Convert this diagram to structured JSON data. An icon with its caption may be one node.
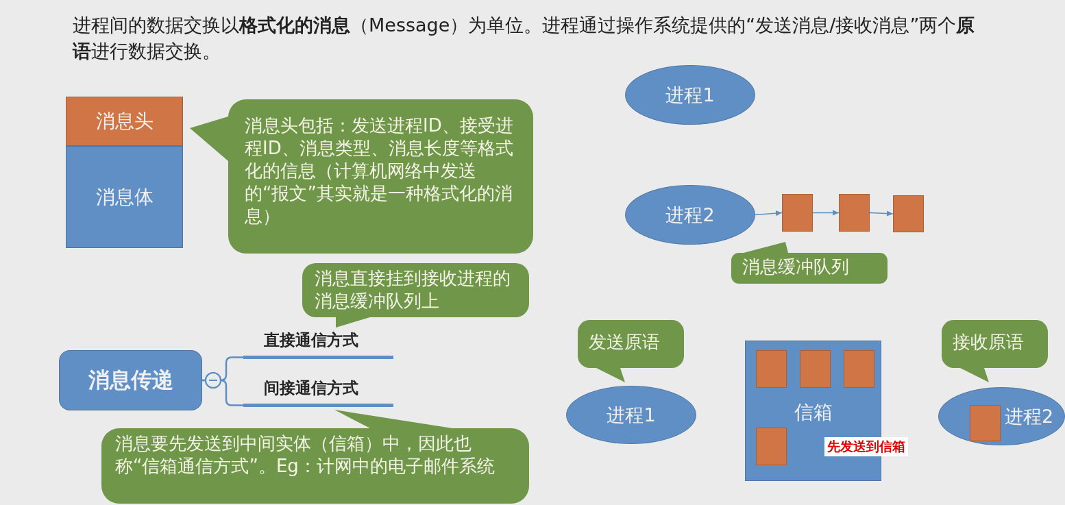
{
  "diagram": {
    "title": "进程间的数据交换以**格式化的消息**（Message）为单位。进程通过操作系统提供的“发送消息/接收消息”两个**原语**进行数据交换。",
    "nodes": [
      {
        "text": [
          "消息头"
        ]
      },
      {
        "text": [
          "消息体"
        ]
      },
      {
        "text": [
          "消息头包括：发送进程ID、接受进程ID、消息类型、消息长度等格式化的信息（计算机网络中发送的“报文”其实就是一种格式化的消息）"
        ]
      },
      {
        "text": [
          "消息传递"
        ]
      },
      {
        "text": [
          "直接通信方式"
        ]
      },
      {
        "text": [
          "间接通信方式"
        ]
      },
      {
        "text": [
          "消息直接挂到接收进程的消息缓冲队列上"
        ]
      },
      {
        "text": [
          "消息要先发送到中间实体（信箱）中，因此也称“信箱通信方式”。Eg：计网中的电子邮件系统"
        ]
      },
      {
        "text": [
          "进程1"
        ]
      },
      {
        "text": [
          "进程2"
        ]
      },
      {
        "text": [],
        "shape": "box"
      },
      {
        "text": [],
        "shape": "box"
      },
      {
        "text": [],
        "shape": "box"
      },
      {
        "text": [
          "消息缓冲队列"
        ]
      },
      {
        "text": [
          "发送原语"
        ]
      },
      {
        "text": [
          "进程1"
        ]
      },
      {
        "text": [
          "信箱"
        ]
      },
      {
        "text": [],
        "shape": "box",
        "in": 16
      },
      {
        "text": [],
        "shape": "box",
        "in": 16
      },
      {
        "text": [],
        "shape": "box",
        "in": 16
      },
      {
        "text": [],
        "shape": "box",
        "in": 16
      },
      {
        "text": [
          "接收原语"
        ]
      },
      {
        "text": [
          "进程2"
        ]
      },
      {
        "text": [],
        "shape": "box",
        "in": 22
      }
    ],
    "edges": [
      {
        "from": 3,
        "to": 4,
        "arrow": "other"
      },
      {
        "from": 3,
        "to": 5,
        "arrow": "other"
      },
      {
        "from": 9,
        "to": 10,
        "arrow": "to"
      },
      {
        "from": 10,
        "to": 11,
        "arrow": "to"
      },
      {
        "from": 11,
        "to": 12,
        "arrow": "to"
      }
    ],
    "labels": [
      "先发送到信箱"
    ]
  }
}
